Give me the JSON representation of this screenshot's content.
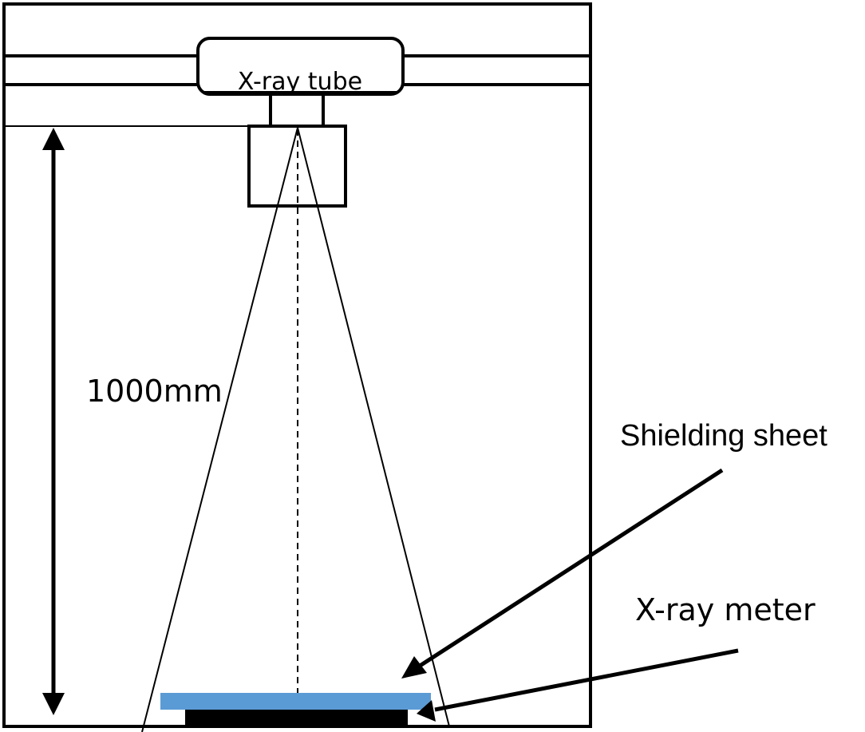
{
  "diagram": {
    "type": "x-ray shielding measurement setup",
    "labels": {
      "tube": "X-ray tube",
      "distance": "1000mm",
      "shielding_sheet": "Shielding sheet",
      "meter": "X-ray meter"
    },
    "colors": {
      "stroke": "#000000",
      "shielding_sheet": "#5B9BD5",
      "meter": "#000000",
      "background": "#ffffff"
    }
  }
}
